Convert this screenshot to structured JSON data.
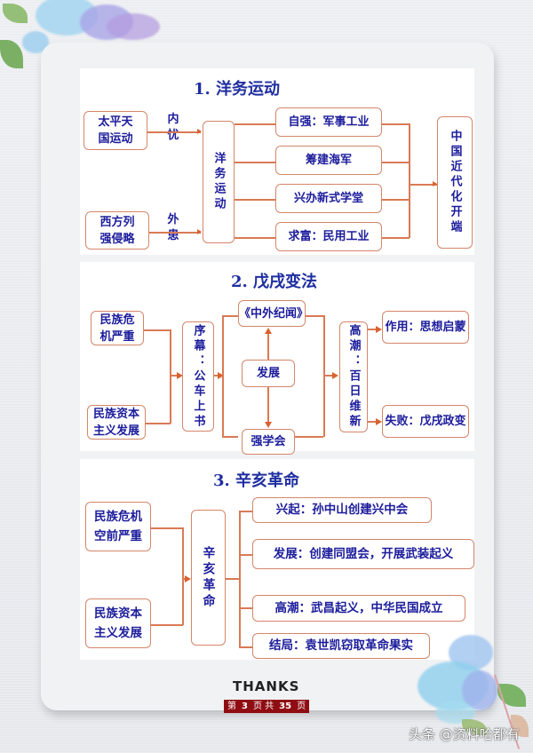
{
  "sections": [
    {
      "title": "1. 洋务运动",
      "causes": [
        {
          "text": "太平天\n国运动",
          "label": "内\n忧"
        },
        {
          "text": "西方列\n强侵略",
          "label": "外\n患"
        }
      ],
      "center": "洋务运动",
      "items": [
        "自强：军事工业",
        "筹建海军",
        "兴办新式学堂",
        "求富：民用工业"
      ],
      "result": "中国近代化开端"
    },
    {
      "title": "2. 戊戌变法",
      "causes": [
        "民族危\n机严重",
        "民族资本\n主义发展"
      ],
      "prelude": "序幕：公车上书",
      "top": "《中外纪闻》",
      "middle": "发展",
      "bottom": "强学会",
      "climax": "高潮：百日维新",
      "outcomes": [
        "作用：思想启蒙",
        "失败：戊戌政变"
      ]
    },
    {
      "title": "3. 辛亥革命",
      "causes": [
        "民族危机\n空前严重",
        "民族资本\n主义发展"
      ],
      "center": "辛亥革命",
      "stages": [
        "兴起：孙中山创建兴中会",
        "发展：创建同盟会，开展武装起义",
        "高潮：武昌起义，中华民国成立",
        "结局：袁世凯窃取革命果实"
      ]
    }
  ],
  "footer": {
    "thanks": "THANKS",
    "page_prefix": "第",
    "page_current": "3",
    "page_mid": "页 共",
    "page_total": "35",
    "page_suffix": "页"
  },
  "watermark": "头条 @资料哈都有",
  "colors": {
    "text": "#1c1c9c",
    "title": "#1f2ea0",
    "border": "#d4866a",
    "arrow": "#d9622f",
    "badge": "#8f0d12"
  }
}
